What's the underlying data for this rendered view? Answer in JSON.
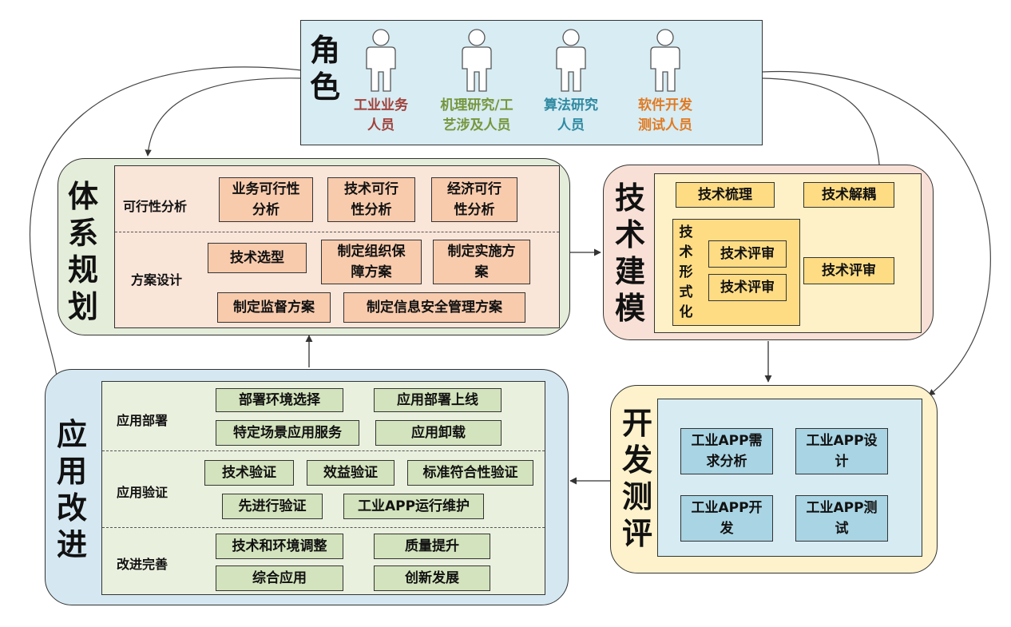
{
  "roles": {
    "title": "角色",
    "people": [
      {
        "label": "工业业务\n人员",
        "color": "#a0413a"
      },
      {
        "label": "机理研究/工\n艺涉及人员",
        "color": "#76963c"
      },
      {
        "label": "算法研究\n人员",
        "color": "#2f8aa2"
      },
      {
        "label": "软件开发\n测试人员",
        "color": "#e07a22"
      }
    ]
  },
  "planning": {
    "title": "体系规划",
    "feasibility_label": "可行性分析",
    "feasibility": [
      "业务可行性\n分析",
      "技术可行\n性分析",
      "经济可行\n性分析"
    ],
    "scheme_label": "方案设计",
    "scheme": [
      "技术选型",
      "制定组织保\n障方案",
      "制定实施方\n案",
      "制定监督方案",
      "制定信息安全管理方案"
    ]
  },
  "modeling": {
    "title": "技术建模",
    "sorting": "技术梳理",
    "decoupling": "技术解耦",
    "formalization_label": "技术形式化",
    "review1": "技术评审",
    "review2": "技术评审",
    "review3": "技术评审"
  },
  "devtest": {
    "title": "开发测评",
    "items": [
      "工业APP需\n求分析",
      "工业APP设\n计",
      "工业APP开\n发",
      "工业APP测\n试"
    ]
  },
  "application": {
    "title": "应用改进",
    "deploy_label": "应用部署",
    "deploy": [
      "部署环境选择",
      "应用部署上线",
      "特定场景应用服务",
      "应用卸载"
    ],
    "verify_label": "应用验证",
    "verify": [
      "技术验证",
      "效益验证",
      "标准符合性验证",
      "先进行验证",
      "工业APP运行维护"
    ],
    "improve_label": "改进完善",
    "improve": [
      "技术和环境调整",
      "质量提升",
      "综合应用",
      "创新发展"
    ]
  },
  "colors": {
    "role_bg": "#d8ecf3",
    "planning_bg": "#e4edda",
    "planning_inner": "#fae5d9",
    "planning_box": "#f8cbad",
    "modeling_bg": "#f8e0d6",
    "modeling_inner": "#fef1c7",
    "modeling_box": "#fedc84",
    "devtest_bg": "#fdf2cb",
    "devtest_inner": "#d7ebf3",
    "devtest_box": "#a9d4e3",
    "app_bg": "#d5e8f2",
    "app_inner": "#eaf0de",
    "app_box": "#d3e3bd"
  }
}
